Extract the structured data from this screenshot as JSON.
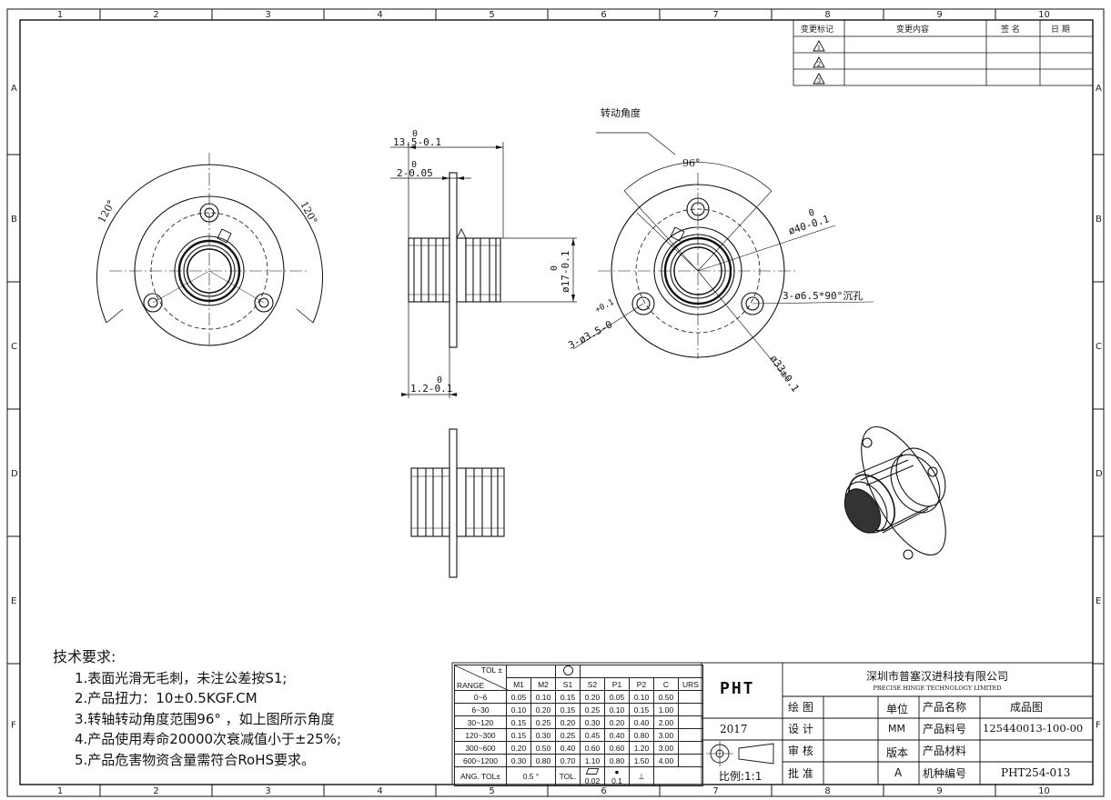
{
  "border_cols": [
    "1",
    "2",
    "3",
    "4",
    "5",
    "6",
    "7",
    "8",
    "9",
    "10"
  ],
  "border_rows": [
    "A",
    "B",
    "C",
    "D",
    "E",
    "F"
  ],
  "revision": {
    "headers": [
      "变更标记",
      "变更内容",
      "签 名",
      "日 期"
    ],
    "marks": [
      "1",
      "2",
      "3"
    ]
  },
  "dims": {
    "d1_val": "13.5-0.1",
    "d1_tol": "0",
    "d2_val": "2-0.05",
    "d2_tol": "0",
    "d3_val": "ø17-0.1",
    "d3_tol": "0",
    "d4_val": "1.2-0.1",
    "d4_tol": "0",
    "rot_label": "转动角度",
    "angle": "96°",
    "d40_val": "ø40-0.1",
    "d40_tol": "0",
    "hole65": "3-ø6.5*90°沉孔",
    "hole35_val": "3-ø3.5-0",
    "hole35_tol": "+0.1",
    "d33": "ø33±0.1",
    "a120_left": "120°",
    "a120_right": "120°"
  },
  "notes": {
    "title": "技术要求:",
    "items": [
      "1.表面光滑无毛刺，未注公差按S1;",
      "2.产品扭力：10±0.5KGF.CM",
      "3.转轴转动角度范围96° ，如上图所示角度",
      "4.产品使用寿命20000次衰减值小于±25%;",
      "5.产品危害物资含量需符合RoHS要求。"
    ]
  },
  "tolerance": {
    "tol_label": "TOL ±",
    "range_label": "RANGE",
    "headers": [
      "M1",
      "M2",
      "S1",
      "S2",
      "P1",
      "P2",
      "C",
      "URS"
    ],
    "rows": [
      {
        "range": "0~6",
        "v": [
          "0.05",
          "0.10",
          "0.15",
          "0.20",
          "0.05",
          "0.10",
          "0.50",
          ""
        ]
      },
      {
        "range": "6~30",
        "v": [
          "0.10",
          "0.20",
          "0.15",
          "0.25",
          "0.10",
          "0.15",
          "1.00",
          ""
        ]
      },
      {
        "range": "30~120",
        "v": [
          "0.15",
          "0.25",
          "0.20",
          "0.30",
          "0.20",
          "0.40",
          "2.00",
          ""
        ]
      },
      {
        "range": "120~300",
        "v": [
          "0.15",
          "0.30",
          "0.25",
          "0.45",
          "0.40",
          "0.80",
          "3.00",
          ""
        ]
      },
      {
        "range": "300~600",
        "v": [
          "0.20",
          "0.50",
          "0.40",
          "0.60",
          "0.60",
          "1.20",
          "3.00",
          ""
        ]
      },
      {
        "range": "600~1200",
        "v": [
          "0.30",
          "0.80",
          "0.70",
          "1.10",
          "0.80",
          "1.50",
          "4.00",
          ""
        ]
      }
    ],
    "ang": "ANG.  TOL±",
    "ang_val": "0.5 °",
    "tol_short": "TOL.",
    "flat": "0.02",
    "circ": "0.1"
  },
  "title_block": {
    "logo": "PHT",
    "year": "2017",
    "scale": "比例:1:1",
    "company_cn": "深圳市普塞汉进科技有限公司",
    "company_en": "PRECISE HINGE TECHNOLOGY LIMITED",
    "draw": "绘 图",
    "design": "设 计",
    "check": "审 核",
    "approve": "批 准",
    "unit_label": "单位",
    "unit_val": "MM",
    "version_label": "版本",
    "version_val": "A",
    "name_label": "产品名称",
    "name_val": "成品图",
    "part_label": "产品料号",
    "part_val": "125440013-100-00",
    "material_label": "产品材料",
    "material_val": "",
    "model_label": "机种编号",
    "model_val": "PHT254-013"
  }
}
